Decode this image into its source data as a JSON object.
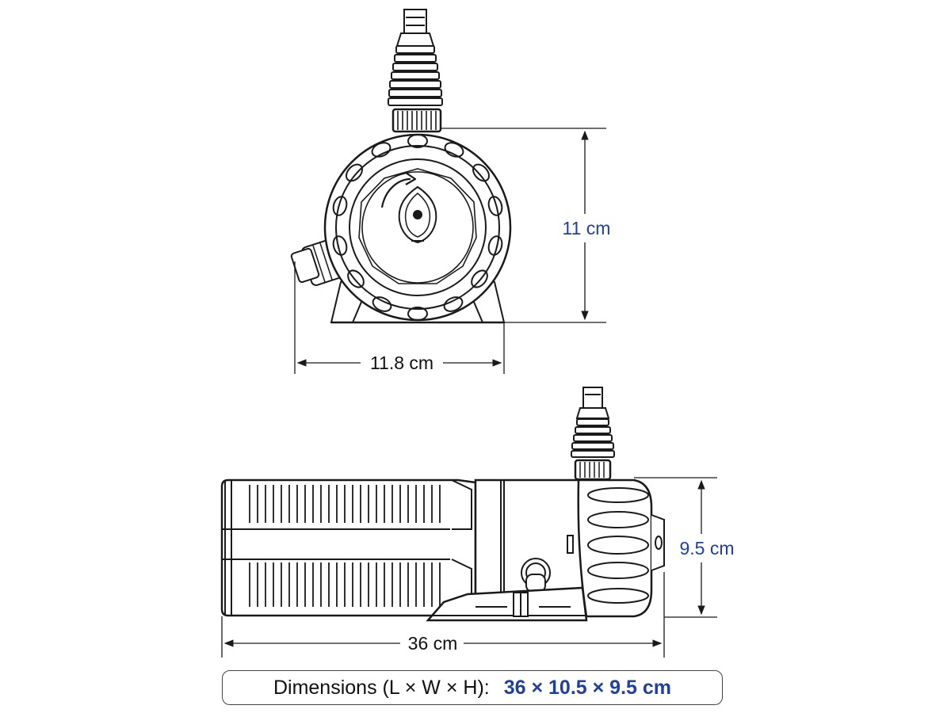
{
  "colors": {
    "accent": "#1f3fa6",
    "line": "#1a1a1a",
    "label_text": "#1f3fa6"
  },
  "front_view": {
    "height_label": "11 cm",
    "width_label": "11.8 cm"
  },
  "side_view": {
    "height_label": "9.5 cm",
    "length_label": "36 cm"
  },
  "summary": {
    "label": "Dimensions (L × W × H):",
    "value": "36 × 10.5 × 9.5 cm"
  }
}
